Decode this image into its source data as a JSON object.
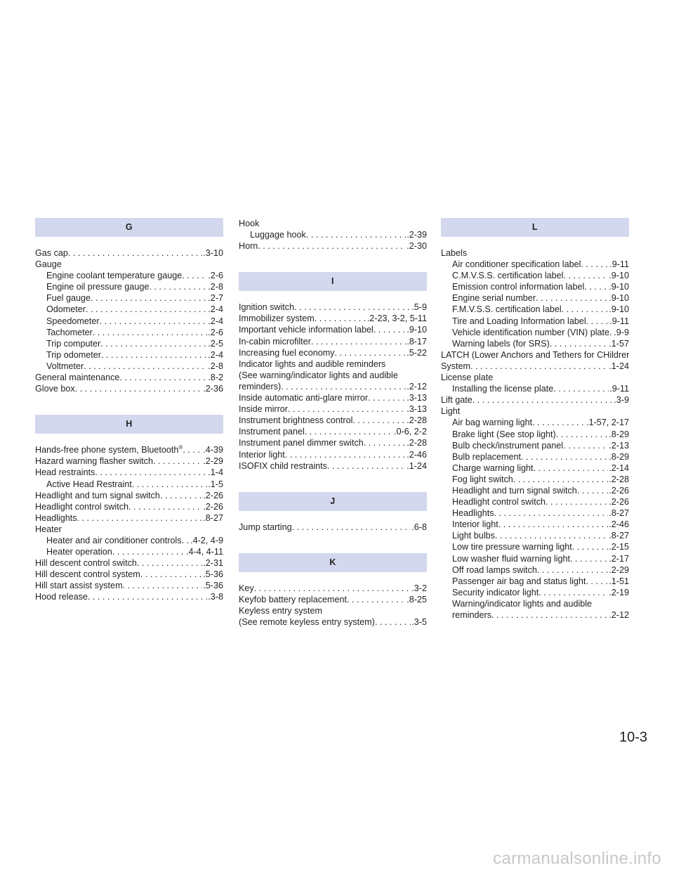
{
  "sections": {
    "G": {
      "letter": "G",
      "entries": [
        {
          "text": "Gas cap",
          "page": ".3-10"
        },
        {
          "text": "Gauge"
        },
        {
          "text": "Engine coolant temperature gauge",
          "page": ".2-6",
          "sub": true
        },
        {
          "text": "Engine oil pressure gauge",
          "page": ".2-8",
          "sub": true
        },
        {
          "text": "Fuel gauge",
          "page": ".2-7",
          "sub": true
        },
        {
          "text": "Odometer",
          "page": ".2-4",
          "sub": true
        },
        {
          "text": "Speedometer",
          "page": ".2-4",
          "sub": true
        },
        {
          "text": "Tachometer",
          "page": ".2-6",
          "sub": true
        },
        {
          "text": "Trip computer",
          "page": ".2-5",
          "sub": true
        },
        {
          "text": "Trip odometer",
          "page": ".2-4",
          "sub": true
        },
        {
          "text": "Voltmeter",
          "page": ".2-8",
          "sub": true
        },
        {
          "text": "General maintenance",
          "page": ".8-2"
        },
        {
          "text": "Glove box",
          "page": ".2-36"
        }
      ]
    },
    "H": {
      "letter": "H",
      "entries": [
        {
          "text": "Hands-free phone system, Bluetooth®",
          "page": ".4-39"
        },
        {
          "text": "Hazard warning flasher switch",
          "page": ".2-29"
        },
        {
          "text": "Head restraints",
          "page": ".1-4"
        },
        {
          "text": "Active Head Restraint",
          "page": ".1-5",
          "sub": true
        },
        {
          "text": "Headlight and turn signal switch",
          "page": ".2-26"
        },
        {
          "text": "Headlight control switch",
          "page": ".2-26"
        },
        {
          "text": "Headlights",
          "page": ".8-27"
        },
        {
          "text": "Heater"
        },
        {
          "text": "Heater and air conditioner controls",
          "page": ".4-2, 4-9",
          "sub": true
        },
        {
          "text": "Heater operation",
          "page": ".4-4, 4-11",
          "sub": true
        },
        {
          "text": "Hill descent control switch",
          "page": ".2-31"
        },
        {
          "text": "Hill descent control system",
          "page": ".5-36"
        },
        {
          "text": "Hill start assist system",
          "page": ".5-36"
        },
        {
          "text": "Hood release",
          "page": ".3-8"
        }
      ]
    },
    "H_cont": {
      "entries": [
        {
          "text": "Hook"
        },
        {
          "text": "Luggage hook",
          "page": ".2-39",
          "sub": true
        },
        {
          "text": "Horn",
          "page": ".2-30"
        }
      ]
    },
    "I": {
      "letter": "I",
      "entries": [
        {
          "text": "Ignition switch",
          "page": ".5-9"
        },
        {
          "text": "Immobilizer system",
          "page": ".2-23, 3-2, 5-11"
        },
        {
          "text": "Important vehicle information label",
          "page": ".9-10"
        },
        {
          "text": "In-cabin microfilter",
          "page": ".8-17"
        },
        {
          "text": "Increasing fuel economy",
          "page": ".5-22"
        },
        {
          "text": "Indicator lights and audible reminders"
        },
        {
          "text": "(See warning/indicator lights and audible"
        },
        {
          "text": "reminders)",
          "page": ".2-12"
        },
        {
          "text": "Inside automatic anti-glare mirror",
          "page": ".3-13"
        },
        {
          "text": "Inside mirror",
          "page": ".3-13"
        },
        {
          "text": "Instrument brightness control",
          "page": ".2-28"
        },
        {
          "text": "Instrument panel",
          "page": ".0-6, 2-2"
        },
        {
          "text": "Instrument panel dimmer switch",
          "page": ".2-28"
        },
        {
          "text": "Interior light",
          "page": ".2-46"
        },
        {
          "text": "ISOFIX child restraints",
          "page": ".1-24"
        }
      ]
    },
    "J": {
      "letter": "J",
      "entries": [
        {
          "text": "Jump starting",
          "page": ".6-8"
        }
      ]
    },
    "K": {
      "letter": "K",
      "entries": [
        {
          "text": "Key",
          "page": ".3-2"
        },
        {
          "text": "Keyfob battery replacement",
          "page": ".8-25"
        },
        {
          "text": "Keyless entry system"
        },
        {
          "text": "(See remote keyless entry system)",
          "page": ".3-5"
        }
      ]
    },
    "L": {
      "letter": "L",
      "entries": [
        {
          "text": "Labels"
        },
        {
          "text": "Air conditioner specification label",
          "page": ".9-11",
          "sub": true
        },
        {
          "text": "C.M.V.S.S. certification label",
          "page": ".9-10",
          "sub": true
        },
        {
          "text": "Emission control information label",
          "page": ".9-10",
          "sub": true
        },
        {
          "text": "Engine serial number",
          "page": ".9-10",
          "sub": true
        },
        {
          "text": "F.M.V.S.S. certification label",
          "page": ".9-10",
          "sub": true
        },
        {
          "text": "Tire and Loading Information label",
          "page": ".9-11",
          "sub": true
        },
        {
          "text": "Vehicle identification number (VIN) plate",
          "page": ".9-9",
          "sub": true
        },
        {
          "text": "Warning labels (for SRS)",
          "page": ".1-57",
          "sub": true
        },
        {
          "text": "LATCH (Lower Anchors and Tethers for CHildren)"
        },
        {
          "text": "System",
          "page": ".1-24"
        },
        {
          "text": "License plate"
        },
        {
          "text": "Installing the license plate",
          "page": ".9-11",
          "sub": true
        },
        {
          "text": "Lift gate",
          "page": ".3-9"
        },
        {
          "text": "Light"
        },
        {
          "text": "Air bag warning light",
          "page": ".1-57, 2-17",
          "sub": true
        },
        {
          "text": "Brake light (See stop light)",
          "page": ".8-29",
          "sub": true
        },
        {
          "text": "Bulb check/instrument panel",
          "page": ".2-13",
          "sub": true
        },
        {
          "text": "Bulb replacement",
          "page": ".8-29",
          "sub": true
        },
        {
          "text": "Charge warning light",
          "page": ".2-14",
          "sub": true
        },
        {
          "text": "Fog light switch",
          "page": ".2-28",
          "sub": true
        },
        {
          "text": "Headlight and turn signal switch",
          "page": ".2-26",
          "sub": true
        },
        {
          "text": "Headlight control switch",
          "page": ".2-26",
          "sub": true
        },
        {
          "text": "Headlights",
          "page": ".8-27",
          "sub": true
        },
        {
          "text": "Interior light",
          "page": ".2-46",
          "sub": true
        },
        {
          "text": "Light bulbs",
          "page": ".8-27",
          "sub": true
        },
        {
          "text": "Low tire pressure warning light",
          "page": ".2-15",
          "sub": true
        },
        {
          "text": "Low washer fluid warning light",
          "page": ".2-17",
          "sub": true
        },
        {
          "text": "Off road lamps switch",
          "page": ".2-29",
          "sub": true
        },
        {
          "text": "Passenger air bag and status light",
          "page": ".1-51",
          "sub": true
        },
        {
          "text": "Security indicator light",
          "page": ".2-19",
          "sub": true
        },
        {
          "text": "Warning/indicator lights and audible",
          "sub": true
        },
        {
          "text": "reminders",
          "page": ".2-12",
          "sub": true
        }
      ]
    }
  },
  "page_number": "10-3",
  "watermark": "carmanualsonline.info"
}
